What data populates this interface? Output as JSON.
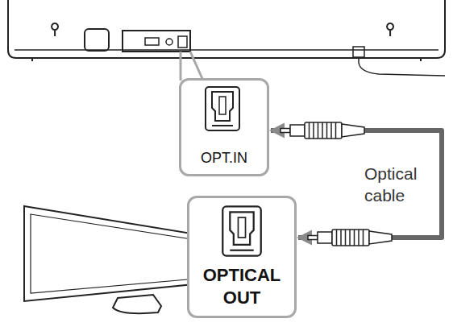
{
  "diagram": {
    "nodes": [
      {
        "text": [
          "OPT.IN"
        ]
      },
      {
        "text": [
          "OPTICAL OUT"
        ]
      }
    ],
    "edges": [
      {
        "from": 0,
        "to": 1,
        "arrow": "both",
        "label": "Optical cable"
      }
    ]
  }
}
